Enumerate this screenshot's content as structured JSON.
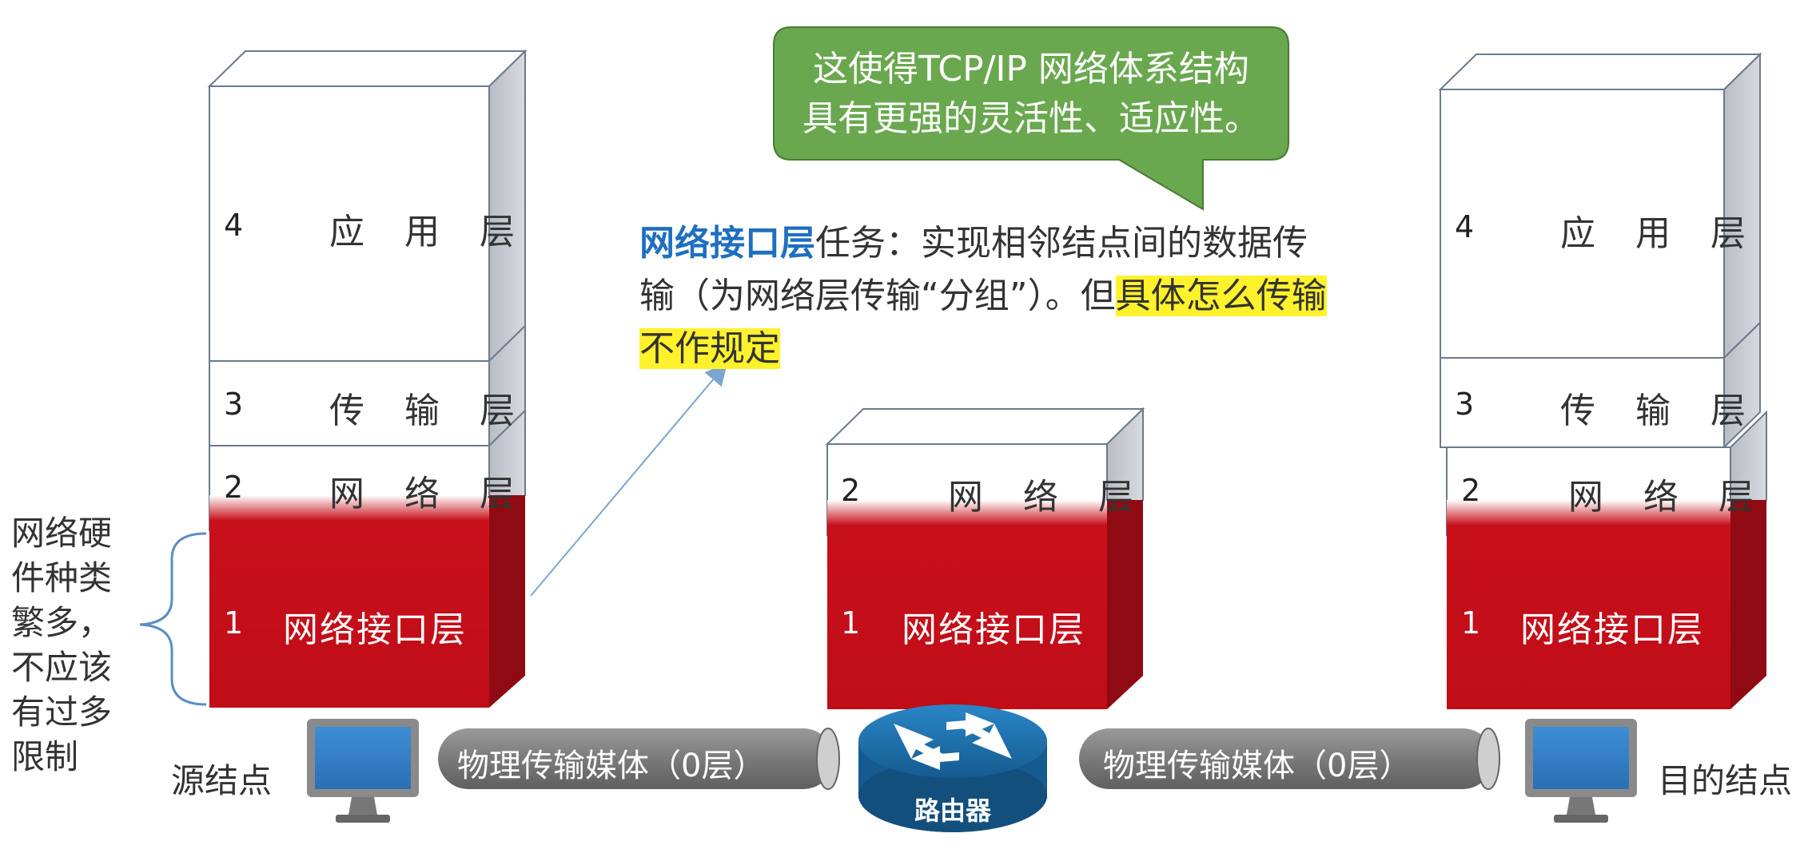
{
  "source_node": {
    "label": "源结点",
    "layers": [
      {
        "num": "4",
        "name": "应 用 层"
      },
      {
        "num": "3",
        "name": "传 输 层"
      },
      {
        "num": "2",
        "name": "网 络 层"
      },
      {
        "num": "1",
        "name": "网络接口层"
      }
    ]
  },
  "router": {
    "label": "路由器",
    "layers": [
      {
        "num": "2",
        "name": "网 络 层"
      },
      {
        "num": "1",
        "name": "网络接口层"
      }
    ]
  },
  "dest_node": {
    "label": "目的结点",
    "layers": [
      {
        "num": "4",
        "name": "应 用 层"
      },
      {
        "num": "3",
        "name": "传 输 层"
      },
      {
        "num": "2",
        "name": "网 络 层"
      },
      {
        "num": "1",
        "name": "网络接口层"
      }
    ]
  },
  "media": {
    "left_label": "物理传输媒体（0层）",
    "right_label": "物理传输媒体（0层）"
  },
  "side_note": {
    "lines": [
      "网络硬",
      "件种类",
      "繁多，",
      "不应该",
      "有过多",
      "限制"
    ]
  },
  "callout": {
    "line1": "这使得TCP/IP 网络体系结构",
    "line2": "具有更强的灵活性、适应性。"
  },
  "description": {
    "keyword": "网络接口层",
    "part1": "任务：实现相邻结点间的数据传输（为网络层传输“分组”）。但",
    "highlight": "具体怎么传输不作规定"
  },
  "colors": {
    "red_layer": "#c8101b",
    "callout_fill": "#6aa84f",
    "media_fill": "#7f7f7f",
    "router_fill": "#1f6fa8",
    "keyword": "#1f6fc0",
    "highlight": "#fff22c"
  }
}
